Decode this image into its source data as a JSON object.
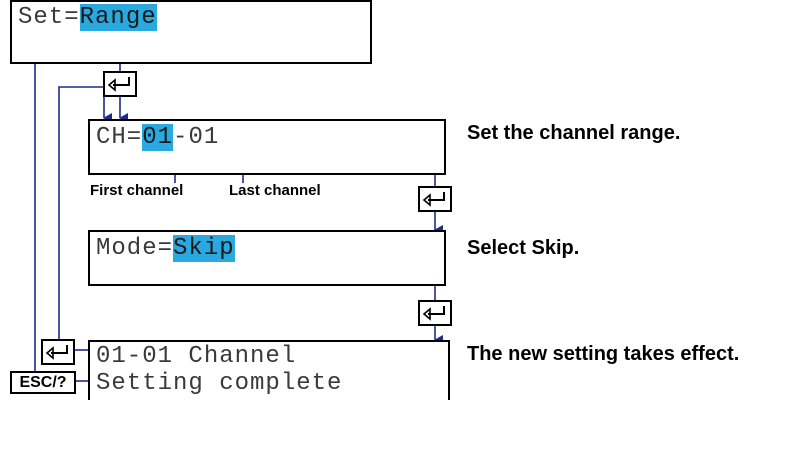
{
  "screens": {
    "set": {
      "prefix": "Set=",
      "value": "Range"
    },
    "channel": {
      "prefix": "CH=",
      "first": "01",
      "sep": "-",
      "last": "01"
    },
    "mode": {
      "prefix": "Mode=",
      "value": "Skip"
    },
    "result": {
      "line1": "01-01 Channel",
      "line2": "Setting complete"
    }
  },
  "labels": {
    "first_channel": "First channel",
    "last_channel": "Last channel"
  },
  "descriptions": {
    "channel": "Set the channel range.",
    "mode": "Select Skip.",
    "result": "The new setting takes effect."
  },
  "keys": {
    "esc": "ESC/?",
    "enter_icon": "enter-key-icon"
  },
  "colors": {
    "highlight": "#2aa8e0",
    "flow_line": "#1c2b8a"
  }
}
